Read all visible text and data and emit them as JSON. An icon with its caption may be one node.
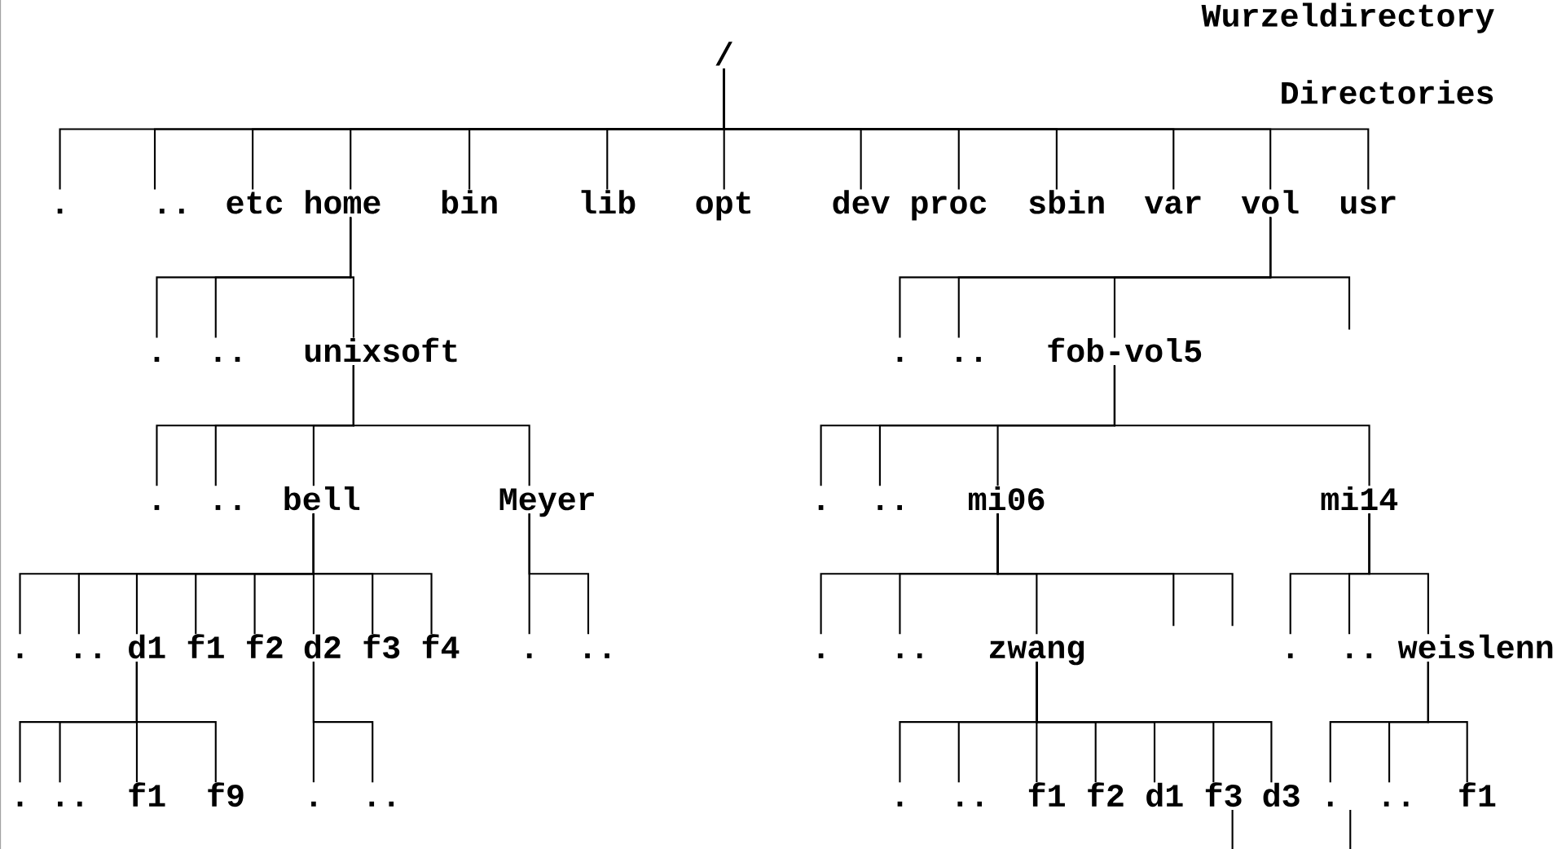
{
  "diagram": {
    "nodes": [
      {
        "text": [
          "/"
        ]
      },
      {
        "text": [
          "."
        ]
      },
      {
        "text": [
          ".."
        ]
      },
      {
        "text": [
          "etc"
        ]
      },
      {
        "text": [
          "home"
        ]
      },
      {
        "text": [
          "bin"
        ]
      },
      {
        "text": [
          "lib"
        ]
      },
      {
        "text": [
          "opt"
        ]
      },
      {
        "text": [
          "dev"
        ]
      },
      {
        "text": [
          "proc"
        ]
      },
      {
        "text": [
          "sbin"
        ]
      },
      {
        "text": [
          "var"
        ]
      },
      {
        "text": [
          "vol"
        ]
      },
      {
        "text": [
          "usr"
        ]
      },
      {
        "text": [
          "."
        ]
      },
      {
        "text": [
          ".."
        ]
      },
      {
        "text": [
          "unixsoft"
        ]
      },
      {
        "text": [
          "."
        ]
      },
      {
        "text": [
          ".."
        ]
      },
      {
        "text": [
          "bell"
        ]
      },
      {
        "text": [
          "Meyer"
        ]
      },
      {
        "text": [
          "."
        ]
      },
      {
        "text": [
          ".."
        ]
      },
      {
        "text": [
          "d1"
        ]
      },
      {
        "text": [
          "f1"
        ]
      },
      {
        "text": [
          "f2"
        ]
      },
      {
        "text": [
          "d2"
        ]
      },
      {
        "text": [
          "f3"
        ]
      },
      {
        "text": [
          "f4"
        ]
      },
      {
        "text": [
          "."
        ]
      },
      {
        "text": [
          ".."
        ]
      },
      {
        "text": [
          "."
        ]
      },
      {
        "text": [
          ".."
        ]
      },
      {
        "text": [
          "f1"
        ]
      },
      {
        "text": [
          "f9"
        ]
      },
      {
        "text": [
          "."
        ]
      },
      {
        "text": [
          ".."
        ]
      },
      {
        "text": [
          "."
        ]
      },
      {
        "text": [
          ".."
        ]
      },
      {
        "text": [
          "fob-vol5"
        ]
      },
      {
        "text": [
          "."
        ]
      },
      {
        "text": [
          ".."
        ]
      },
      {
        "text": [
          "mi06"
        ]
      },
      {
        "text": [
          "mi14"
        ]
      },
      {
        "text": [
          "."
        ]
      },
      {
        "text": [
          ".."
        ]
      },
      {
        "text": [
          "zwang"
        ]
      },
      {
        "text": [
          "."
        ]
      },
      {
        "text": [
          ".."
        ]
      },
      {
        "text": [
          "weislenn"
        ]
      },
      {
        "text": [
          "."
        ]
      },
      {
        "text": [
          ".."
        ]
      },
      {
        "text": [
          "f1"
        ]
      },
      {
        "text": [
          "f2"
        ]
      },
      {
        "text": [
          "d1"
        ]
      },
      {
        "text": [
          "f3"
        ]
      },
      {
        "text": [
          "d3"
        ]
      },
      {
        "text": [
          "."
        ]
      },
      {
        "text": [
          ".."
        ]
      },
      {
        "text": [
          "f1"
        ]
      }
    ],
    "edges": [
      {
        "from": 0,
        "to": 1,
        "arrow": "none"
      },
      {
        "from": 0,
        "to": 2,
        "arrow": "none"
      },
      {
        "from": 0,
        "to": 3,
        "arrow": "none"
      },
      {
        "from": 0,
        "to": 4,
        "arrow": "none"
      },
      {
        "from": 0,
        "to": 5,
        "arrow": "none"
      },
      {
        "from": 0,
        "to": 6,
        "arrow": "none"
      },
      {
        "from": 0,
        "to": 7,
        "arrow": "none"
      },
      {
        "from": 0,
        "to": 8,
        "arrow": "none"
      },
      {
        "from": 0,
        "to": 9,
        "arrow": "none"
      },
      {
        "from": 0,
        "to": 10,
        "arrow": "none"
      },
      {
        "from": 0,
        "to": 11,
        "arrow": "none"
      },
      {
        "from": 0,
        "to": 12,
        "arrow": "none"
      },
      {
        "from": 0,
        "to": 13,
        "arrow": "none"
      },
      {
        "from": 4,
        "to": 14,
        "arrow": "none"
      },
      {
        "from": 4,
        "to": 15,
        "arrow": "none"
      },
      {
        "from": 4,
        "to": 16,
        "arrow": "none"
      },
      {
        "from": 16,
        "to": 17,
        "arrow": "none"
      },
      {
        "from": 16,
        "to": 18,
        "arrow": "none"
      },
      {
        "from": 16,
        "to": 19,
        "arrow": "none"
      },
      {
        "from": 16,
        "to": 20,
        "arrow": "none"
      },
      {
        "from": 19,
        "to": 21,
        "arrow": "none"
      },
      {
        "from": 19,
        "to": 22,
        "arrow": "none"
      },
      {
        "from": 19,
        "to": 23,
        "arrow": "none"
      },
      {
        "from": 19,
        "to": 24,
        "arrow": "none"
      },
      {
        "from": 19,
        "to": 25,
        "arrow": "none"
      },
      {
        "from": 19,
        "to": 26,
        "arrow": "none"
      },
      {
        "from": 19,
        "to": 27,
        "arrow": "none"
      },
      {
        "from": 19,
        "to": 28,
        "arrow": "none"
      },
      {
        "from": 20,
        "to": 29,
        "arrow": "none"
      },
      {
        "from": 20,
        "to": 30,
        "arrow": "none"
      },
      {
        "from": 23,
        "to": 31,
        "arrow": "none"
      },
      {
        "from": 23,
        "to": 32,
        "arrow": "none"
      },
      {
        "from": 23,
        "to": 33,
        "arrow": "none"
      },
      {
        "from": 23,
        "to": 34,
        "arrow": "none"
      },
      {
        "from": 26,
        "to": 35,
        "arrow": "none"
      },
      {
        "from": 26,
        "to": 36,
        "arrow": "none"
      },
      {
        "from": 12,
        "to": 37,
        "arrow": "none"
      },
      {
        "from": 12,
        "to": 38,
        "arrow": "none"
      },
      {
        "from": 12,
        "to": 39,
        "arrow": "none"
      },
      {
        "from": 12,
        "to": null,
        "arrow": "none"
      },
      {
        "from": 39,
        "to": 40,
        "arrow": "none"
      },
      {
        "from": 39,
        "to": 41,
        "arrow": "none"
      },
      {
        "from": 39,
        "to": 42,
        "arrow": "none"
      },
      {
        "from": 39,
        "to": 43,
        "arrow": "none"
      },
      {
        "from": 42,
        "to": 44,
        "arrow": "none"
      },
      {
        "from": 42,
        "to": 45,
        "arrow": "none"
      },
      {
        "from": 42,
        "to": 46,
        "arrow": "none"
      },
      {
        "from": 42,
        "to": null,
        "arrow": "none"
      },
      {
        "from": 42,
        "to": null,
        "arrow": "none"
      },
      {
        "from": 43,
        "to": 47,
        "arrow": "none"
      },
      {
        "from": 43,
        "to": 48,
        "arrow": "none"
      },
      {
        "from": 43,
        "to": 49,
        "arrow": "none"
      },
      {
        "from": 46,
        "to": 50,
        "arrow": "none"
      },
      {
        "from": 46,
        "to": 51,
        "arrow": "none"
      },
      {
        "from": 46,
        "to": 52,
        "arrow": "none"
      },
      {
        "from": 46,
        "to": 53,
        "arrow": "none"
      },
      {
        "from": 46,
        "to": 54,
        "arrow": "none"
      },
      {
        "from": 46,
        "to": 55,
        "arrow": "none"
      },
      {
        "from": 46,
        "to": 56,
        "arrow": "none"
      },
      {
        "from": 49,
        "to": 57,
        "arrow": "none"
      },
      {
        "from": 49,
        "to": 58,
        "arrow": "none"
      },
      {
        "from": 49,
        "to": 59,
        "arrow": "none"
      },
      {
        "from": 55,
        "to": null,
        "arrow": "none"
      },
      {
        "from": 57,
        "to": null,
        "arrow": "none"
      }
    ],
    "labels": [
      "Wurzeldirectory",
      "Directories"
    ]
  }
}
